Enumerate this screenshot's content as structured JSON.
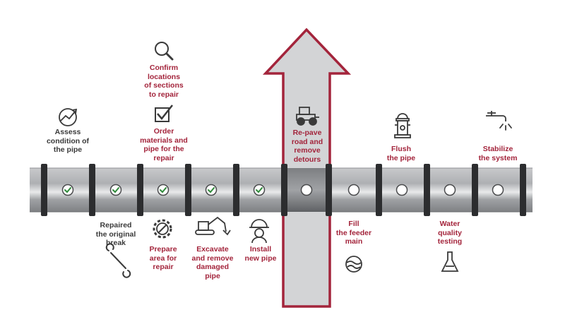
{
  "colors": {
    "accent": "#a3243b",
    "text_dark": "#3a3a3a",
    "pipe": "#a9abae",
    "joint": "#2c2d2f",
    "arrow_fill": "#d3d4d6"
  },
  "steps": [
    {
      "label": "Assess\ncondition of\nthe pipe",
      "status": "done",
      "icon": "chart-trend-icon"
    },
    {
      "label": "Repaired\nthe original\nbreak",
      "status": "done",
      "icon": "wrench-icon"
    },
    {
      "label": "Confirm\nlocations\nof sections\nto repair",
      "status": "done",
      "icon": "magnifier-icon"
    },
    {
      "label": "Order\nmaterials and\npipe for the\nrepair",
      "status": "done",
      "icon": "checkbox-icon"
    },
    {
      "label": "Prepare\narea for\nrepair",
      "status": "done",
      "icon": "gear-wrench-icon"
    },
    {
      "label": "Excavate\nand remove\ndamaged\npipe",
      "status": "done",
      "icon": "excavator-icon"
    },
    {
      "label": "Install\nnew pipe",
      "status": "done",
      "icon": "worker-hardhat-icon"
    },
    {
      "label": "Re-pave\nroad and\nremove\ndetours",
      "status": "current",
      "icon": "road-roller-icon"
    },
    {
      "label": "Fill\nthe feeder\nmain",
      "status": "pending",
      "icon": "water-level-icon"
    },
    {
      "label": "Flush\nthe pipe",
      "status": "pending",
      "icon": "fire-hydrant-icon"
    },
    {
      "label": "Water\nquality\ntesting",
      "status": "pending",
      "icon": "flask-icon"
    },
    {
      "label": "Stabilize\nthe system",
      "status": "pending",
      "icon": "faucet-icon"
    }
  ]
}
